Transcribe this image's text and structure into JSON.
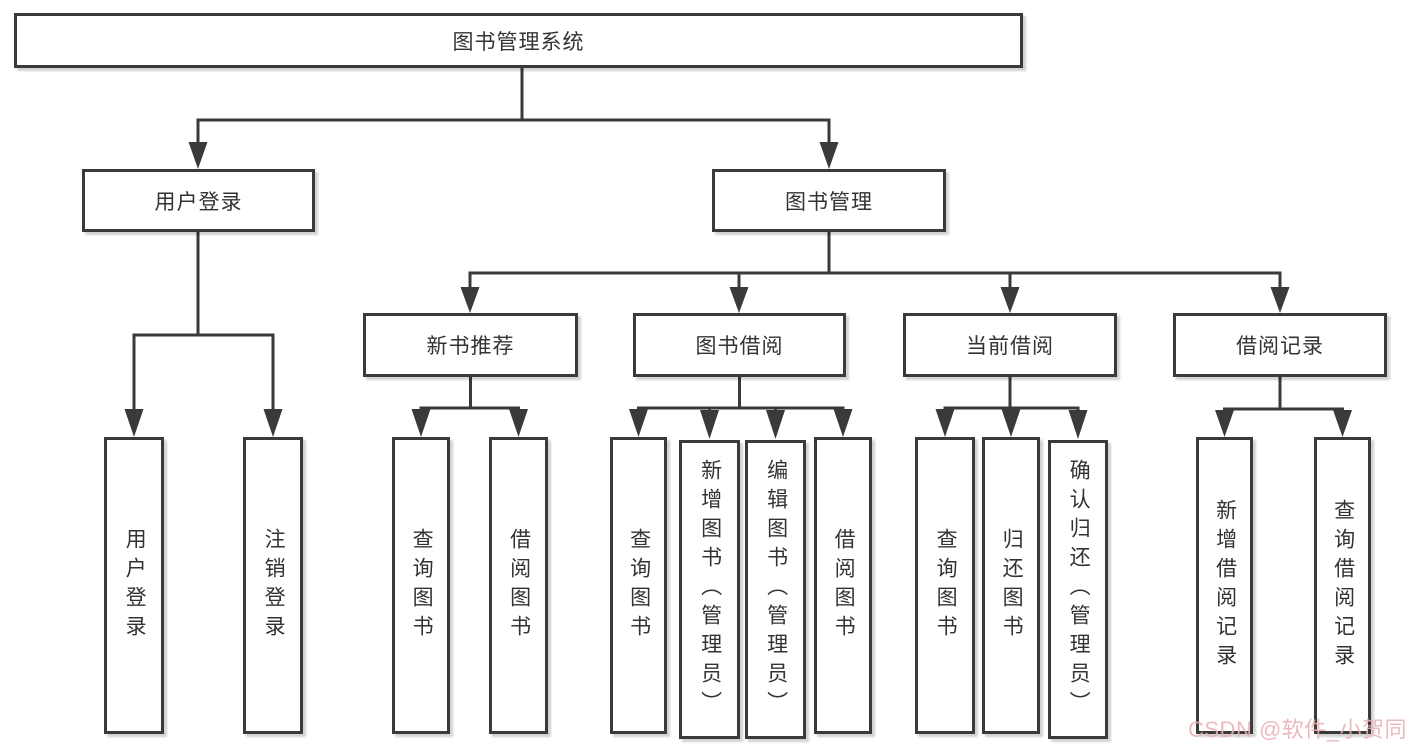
{
  "colors": {
    "line": "#3a3a3a",
    "text": "#333333",
    "box_fill": "#ffffff",
    "watermark": "#e9b1b5"
  },
  "watermark": {
    "text": "CSDN @软件_小贺同学"
  },
  "tree": {
    "root": {
      "label": "图书管理系统"
    },
    "branches": [
      {
        "label": "用户登录",
        "children": [
          {
            "label": "用户登录"
          },
          {
            "label": "注销登录"
          }
        ]
      },
      {
        "label": "图书管理",
        "children": [
          {
            "label": "新书推荐",
            "children": [
              {
                "label": "查询图书"
              },
              {
                "label": "借阅图书"
              }
            ]
          },
          {
            "label": "图书借阅",
            "children": [
              {
                "label": "查询图书"
              },
              {
                "label": "新增图书（管理员）"
              },
              {
                "label": "编辑图书（管理员）"
              },
              {
                "label": "借阅图书"
              }
            ]
          },
          {
            "label": "当前借阅",
            "children": [
              {
                "label": "查询图书"
              },
              {
                "label": "归还图书"
              },
              {
                "label": "确认归还（管理员）"
              }
            ]
          },
          {
            "label": "借阅记录",
            "children": [
              {
                "label": "新增借阅记录"
              },
              {
                "label": "查询借阅记录"
              }
            ]
          }
        ]
      }
    ]
  }
}
